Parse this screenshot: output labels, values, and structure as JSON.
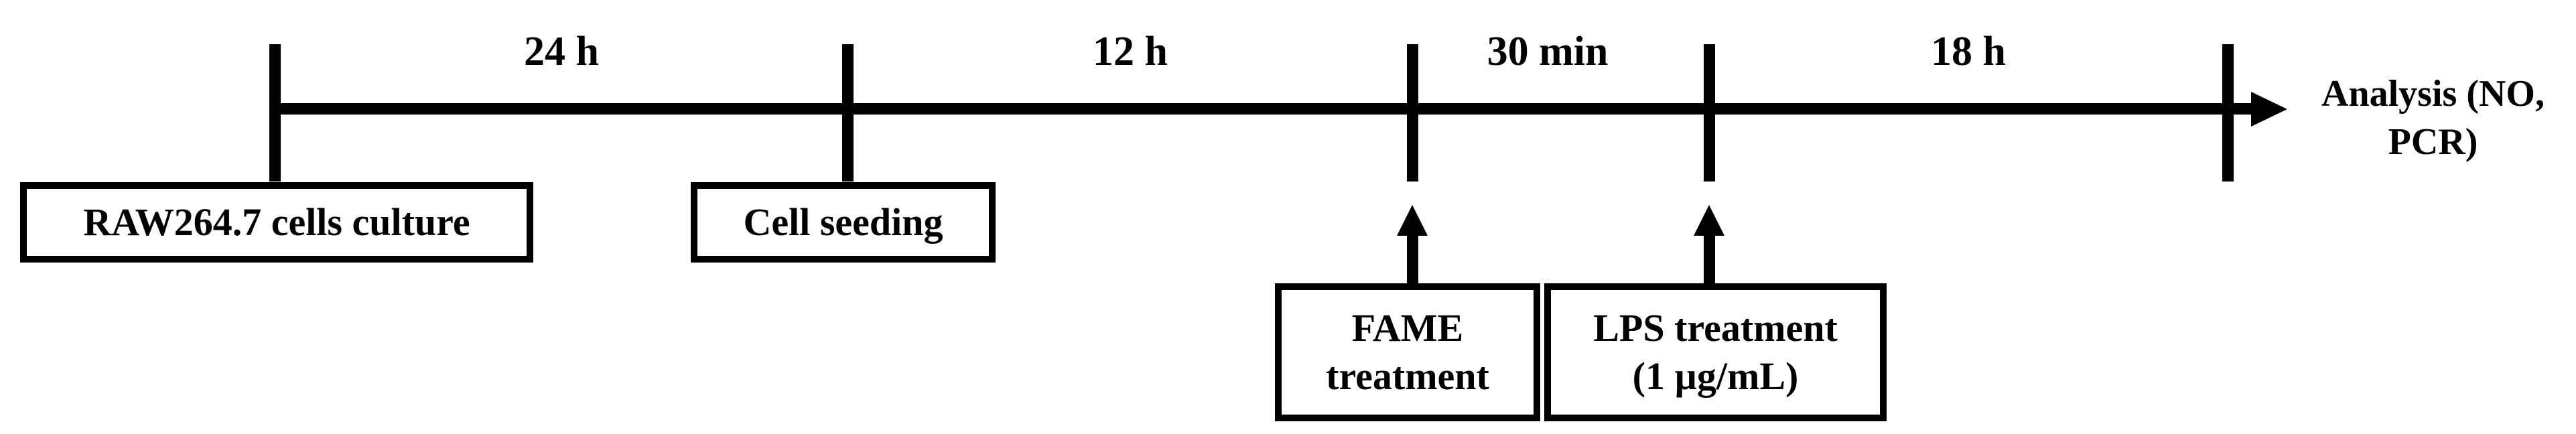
{
  "timeline": {
    "interval_labels": [
      "24 h",
      "12 h",
      "30 min",
      "18 h"
    ],
    "events": {
      "culture": "RAW264.7 cells culture",
      "seeding": "Cell seeding",
      "fame_line1": "FAME",
      "fame_line2": "treatment",
      "lps_line1": "LPS treatment",
      "lps_line2": "(1 µg/mL)"
    },
    "endpoint": {
      "line1": "Analysis (NO,",
      "line2": "PCR)"
    },
    "colors": {
      "ink": "#000000",
      "background": "#ffffff"
    }
  }
}
